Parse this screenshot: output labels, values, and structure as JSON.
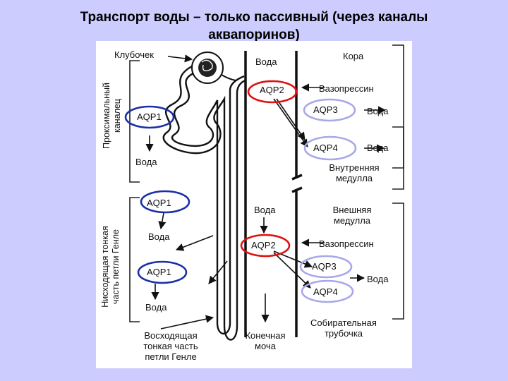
{
  "title": {
    "line1": "Транспорт воды – только пассивный (через каналы",
    "line2": "аквапоринов)"
  },
  "diagram": {
    "glomerulus": "Клубочек",
    "cortex": "Кора",
    "water_top": "Вода",
    "aqp2_top": "AQP2",
    "vasopressin_top": "Вазопрессин",
    "aqp3_top": "AQP3",
    "water_aqp3_top": "Вода",
    "aqp4_top": "AQP4",
    "water_aqp4_top": "Вода",
    "inner_medulla": [
      "Внутренняя",
      "медулла"
    ],
    "proximal_aqp1": "AQP1",
    "proximal_water": "Вода",
    "proximal_tubule": [
      "Проксимальный",
      "каналец"
    ],
    "thin_aqp1_a": "AQP1",
    "thin_water_a": "Вода",
    "thin_aqp1_b": "AQP1",
    "thin_water_b": "Вода",
    "descending_limb": [
      "Нисходящая тонкая",
      "часть петли Генле"
    ],
    "water_mid": "Вода",
    "outer_medulla": [
      "Внешняя",
      "медулла"
    ],
    "aqp2_bottom": "AQP2",
    "vasopressin_bottom": "Вазопрессин",
    "aqp3_bottom": "AQP3",
    "water_aqp3_bottom": "Вода",
    "aqp4_bottom": "AQP4",
    "ascending_limb": [
      "Восходящая",
      "тонкая часть",
      "петли Генле"
    ],
    "final_urine": [
      "Конечная",
      "моча"
    ],
    "collecting_duct": [
      "Собирательная",
      "трубочка"
    ]
  },
  "colors": {
    "background": "#ccccff",
    "aqp1_ring": "#1b2fa8",
    "aqp2_ring": "#dd1111",
    "aqp34_ring": "#a8a8e8"
  }
}
